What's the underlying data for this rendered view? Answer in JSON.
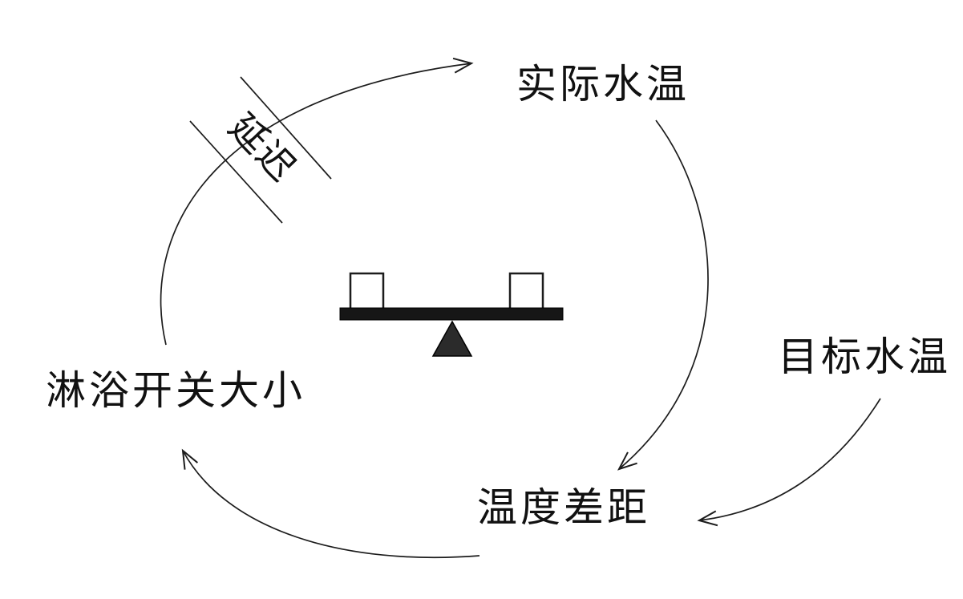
{
  "diagram": {
    "type": "causal-loop",
    "background": "#ffffff",
    "ink_color": "#1c1c1c",
    "nodes": {
      "actual_temp": "实际水温",
      "valve": "淋浴开关大小",
      "gap": "温度差距",
      "target_temp": "目标水温"
    },
    "delay_label": "延迟",
    "edges": [
      {
        "from": "淋浴开关大小",
        "to": "实际水温",
        "marker": "延迟"
      },
      {
        "from": "实际水温",
        "to": "温度差距",
        "marker": ""
      },
      {
        "from": "目标水温",
        "to": "温度差距",
        "marker": ""
      },
      {
        "from": "温度差距",
        "to": "淋浴开关大小",
        "marker": ""
      }
    ],
    "center_icon": "balance-seesaw-icon"
  }
}
